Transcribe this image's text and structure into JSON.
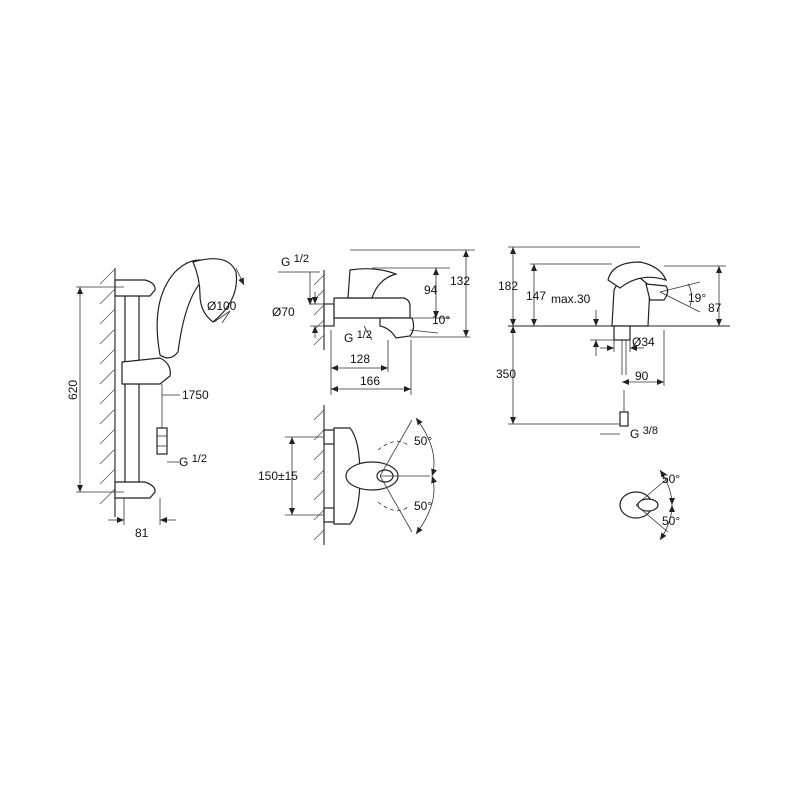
{
  "shower_rail": {
    "height": "620",
    "head_diameter": "Ø100",
    "hose_length": "1750",
    "thread": "G",
    "thread_fraction": "1/2",
    "depth": "81"
  },
  "bath_mixer_side": {
    "thread": "G",
    "thread_fraction": "1/2",
    "height_a": "94",
    "height_b": "132",
    "rosette": "Ø70",
    "outlet_thread": "G",
    "outlet_fraction": "1/2",
    "angle": "10°",
    "projection_a": "128",
    "projection_b": "166"
  },
  "bath_mixer_front": {
    "centres": "150±15",
    "angle_top": "50°",
    "angle_bottom": "50°"
  },
  "basin_mixer_side": {
    "total_height": "182",
    "spout_height": "147",
    "max_thickness": "max.30",
    "angle": "19°",
    "spout_length": "87",
    "base_diameter": "Ø34",
    "below_deck": "350",
    "hose_offset": "90",
    "connection_thread": "G",
    "connection_fraction": "3/8"
  },
  "basin_mixer_top": {
    "angle_top": "50°",
    "angle_bottom": "50°"
  }
}
